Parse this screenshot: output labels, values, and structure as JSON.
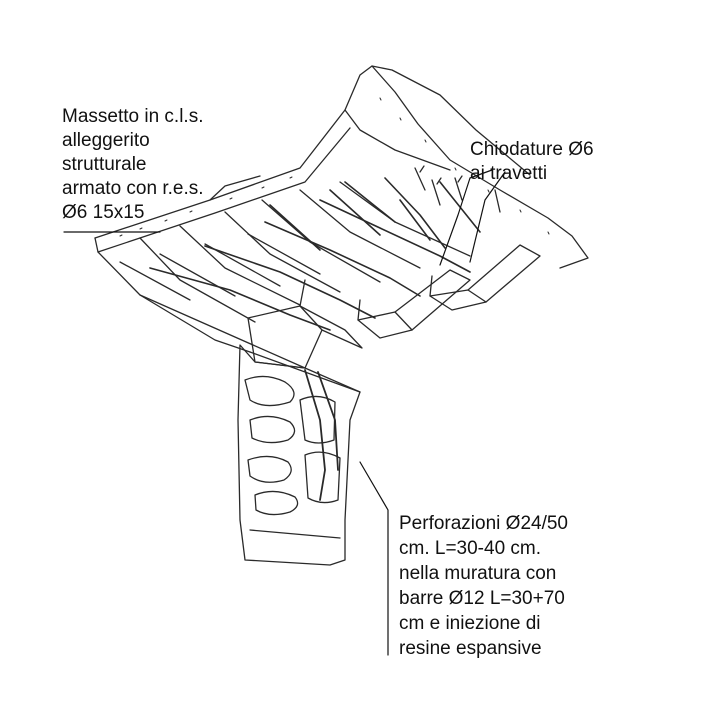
{
  "labels": {
    "massetto": {
      "lines": [
        "Massetto in c.l.s.",
        "alleggerito",
        "strutturale",
        "armato con r.e.s.",
        "Ø6 15x15"
      ]
    },
    "chiodature": {
      "lines": [
        "Chiodature Ø6",
        "ai travetti"
      ]
    },
    "perforazioni": {
      "lines": [
        "Perforazioni Ø24/50",
        "cm. L=30-40 cm.",
        "nella muratura con",
        "barre Ø12 L=30+70",
        "cm e iniezione di",
        "resine espansive"
      ]
    }
  },
  "colors": {
    "ink": "#2a2a2a",
    "background": "#ffffff",
    "text": "#111111"
  }
}
